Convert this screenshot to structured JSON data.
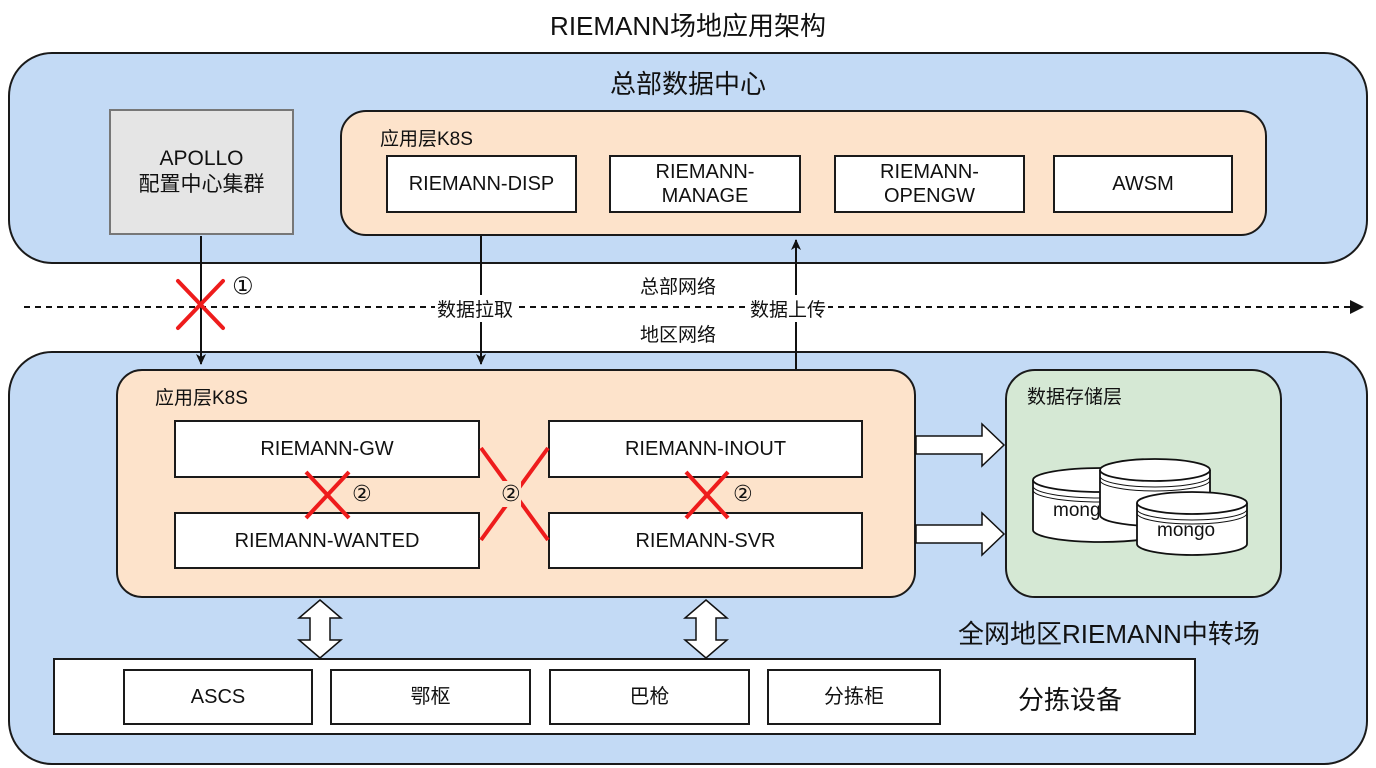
{
  "title": "RIEMANN场地应用架构",
  "hq": {
    "label": "总部数据中心",
    "apollo": {
      "line1": "APOLLO",
      "line2": "配置中心集群"
    },
    "k8s_label": "应用层K8S",
    "services": [
      {
        "label": "RIEMANN-DISP"
      },
      {
        "label": "RIEMANN-\nMANAGE",
        "line1": "RIEMANN-",
        "line2": "MANAGE"
      },
      {
        "label": "RIEMANN-\nOPENGW",
        "line1": "RIEMANN-",
        "line2": "OPENGW"
      },
      {
        "label": "AWSM"
      }
    ]
  },
  "network": {
    "hq_label": "总部网络",
    "region_label": "地区网络",
    "pull_label": "数据拉取",
    "upload_label": "数据上传",
    "marker_1": "①",
    "marker_2": "②"
  },
  "region": {
    "label": "全网地区RIEMANN中转场",
    "k8s_label": "应用层K8S",
    "services": [
      {
        "label": "RIEMANN-GW"
      },
      {
        "label": "RIEMANN-INOUT"
      },
      {
        "label": "RIEMANN-WANTED"
      },
      {
        "label": "RIEMANN-SVR"
      }
    ],
    "storage": {
      "label": "数据存储层",
      "db_labels": [
        "mongo",
        "mongo"
      ]
    },
    "devices": {
      "label": "分拣设备",
      "items": [
        "ASCS",
        "鄂枢",
        "巴枪",
        "分拣柜"
      ]
    }
  },
  "colors": {
    "zone_blue": "#c3daf5",
    "k8s_orange": "#fde3cb",
    "storage_green": "#d5e8d4",
    "apollo_gray": "#e5e5e5",
    "blocked_red": "#ee1c1c"
  }
}
